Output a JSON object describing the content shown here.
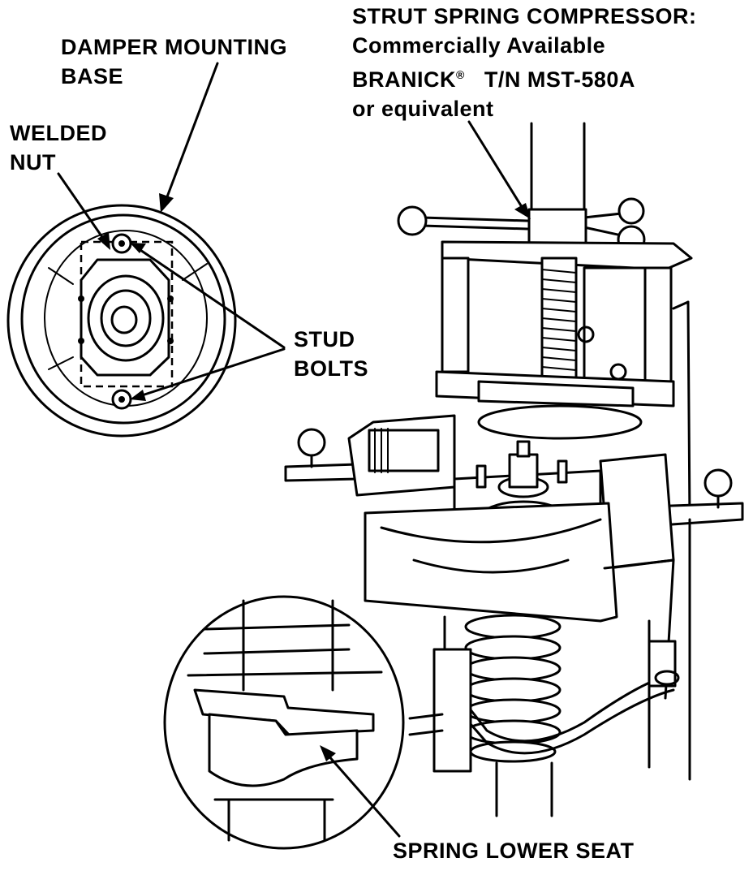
{
  "labels": {
    "strut_compressor": {
      "line1": "STRUT SPRING COMPRESSOR:",
      "line2": "Commercially Available",
      "line3": "BRANICK",
      "line3_mark": "®",
      "line3_tn": "T/N MST-580A",
      "line4": "or equivalent"
    },
    "damper_mounting_base": {
      "line1": "DAMPER MOUNTING",
      "line2": "BASE"
    },
    "welded_nut": {
      "line1": "WELDED",
      "line2": "NUT"
    },
    "stud_bolts": {
      "line1": "STUD",
      "line2": "BOLTS"
    },
    "spring_lower_seat": "SPRING LOWER SEAT"
  }
}
